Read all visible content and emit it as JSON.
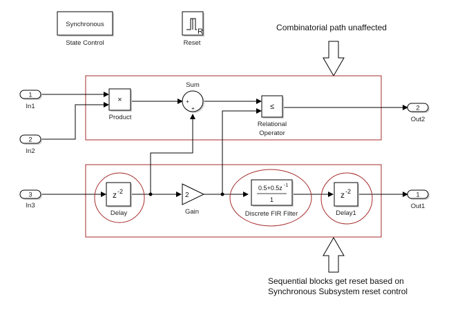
{
  "diagram": {
    "top_blocks": {
      "state_control": {
        "text": "Synchronous",
        "label": "State Control"
      },
      "reset": {
        "label": "Reset",
        "glyph": "R",
        "icon": "reset-pulse-icon"
      }
    },
    "annotations": {
      "top_note": "Combinatorial path unaffected",
      "bottom_note_line1": "Sequential blocks get reset based on",
      "bottom_note_line2": "Synchronous Subsystem reset control",
      "highlight_color": "#a52a2a"
    },
    "inports": [
      {
        "number": "1",
        "label": "In1"
      },
      {
        "number": "2",
        "label": "In2"
      },
      {
        "number": "3",
        "label": "In3"
      }
    ],
    "outports": [
      {
        "number": "2",
        "label": "Out2"
      },
      {
        "number": "1",
        "label": "Out1"
      }
    ],
    "blocks": {
      "product": {
        "symbol": "×",
        "label": "Product"
      },
      "sum": {
        "label": "Sum",
        "signs": [
          "+",
          "+"
        ]
      },
      "relational": {
        "symbol": "≤",
        "label_line1": "Relational",
        "label_line2": "Operator"
      },
      "delay": {
        "base": "z",
        "exp": "-2",
        "label": "Delay"
      },
      "gain": {
        "value": "2",
        "label": "Gain"
      },
      "fir": {
        "numerator": "0.5+0.5z",
        "num_exp": "-1",
        "denominator": "1",
        "label": "Discrete FIR Filter"
      },
      "delay1": {
        "base": "z",
        "exp": "-2",
        "label": "Delay1"
      }
    }
  }
}
